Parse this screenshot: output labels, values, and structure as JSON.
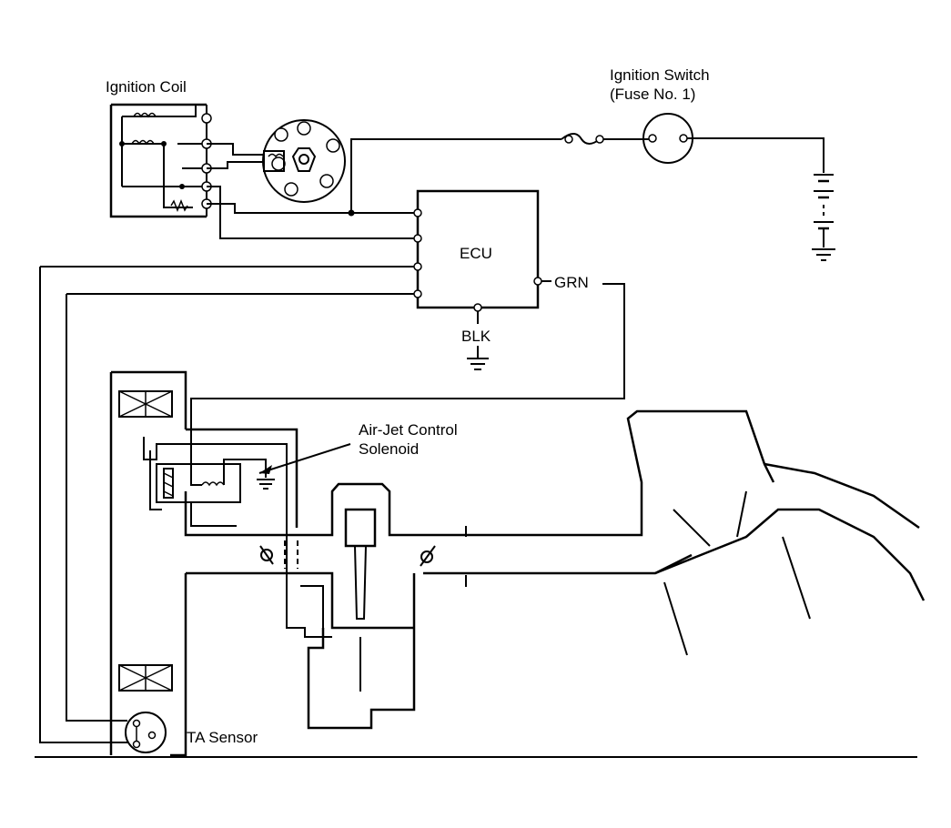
{
  "labels": {
    "ignition_coil": "Ignition Coil",
    "ignition_switch_line1": "Ignition Switch",
    "ignition_switch_line2": "(Fuse No. 1)",
    "ecu": "ECU",
    "grn": "GRN",
    "blk": "BLK",
    "air_jet_line1": "Air-Jet Control",
    "air_jet_line2": "Solenoid",
    "ta_sensor": "TA Sensor"
  },
  "colors": {
    "ink": "#000000",
    "paper": "#ffffff"
  }
}
